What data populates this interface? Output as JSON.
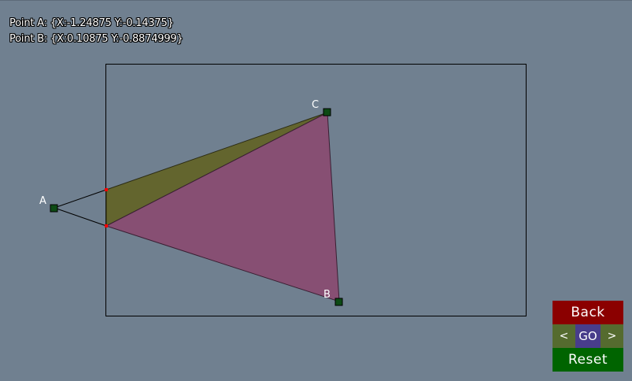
{
  "readout": {
    "point_a": "Point A: {X:-1.24875 Y:-0.14375}",
    "point_b": "Point B: {X:0.10875 Y:-0.8874999}"
  },
  "points": {
    "a_label": "A",
    "b_label": "B",
    "c_label": "C"
  },
  "controls": {
    "back_label": "Back",
    "prev_label": "<",
    "go_label": "GO",
    "next_label": ">",
    "reset_label": "Reset"
  },
  "colors": {
    "background": "#708090",
    "triangle_fill": "#874f73",
    "clip_fill": "#63652e",
    "handle": "#0d4a14",
    "intersection": "#ff0000",
    "back_button": "#8b0000",
    "nav_row": "#556b2f",
    "go_button": "#483d8b",
    "reset_button": "#006400"
  }
}
